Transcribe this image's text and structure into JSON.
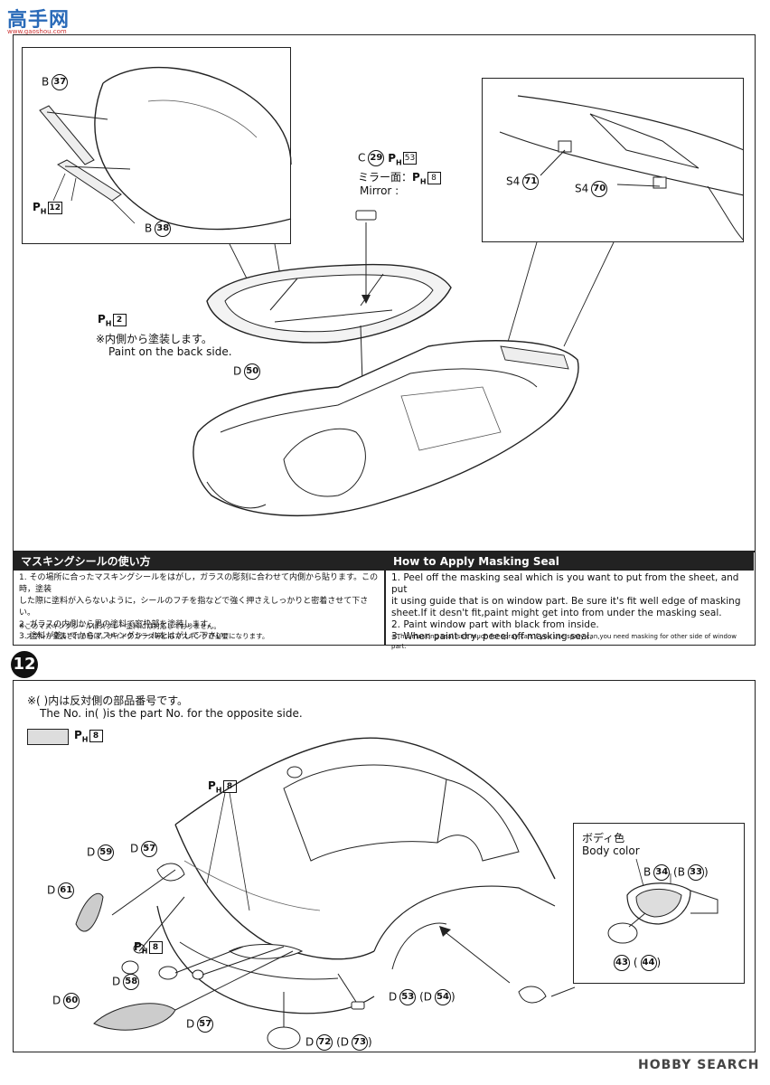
{
  "watermark": {
    "logo": "高手网",
    "logo_sub": "www.gaoshou.com",
    "bottom": "HOBBY SEARCH"
  },
  "step11": {
    "b37": {
      "prefix": "B",
      "num": "37"
    },
    "b38": {
      "prefix": "B",
      "num": "38"
    },
    "ph12": {
      "num": "12"
    },
    "c29": {
      "prefix": "C",
      "num": "29",
      "ph": "53"
    },
    "mirror_jp": "ミラー面：",
    "mirror_ph": "8",
    "mirror_en": "Mirror :",
    "ph2": "2",
    "backside_jp": "※内側から塗装します。",
    "backside_en": "Paint on the back side.",
    "d50": {
      "prefix": "D",
      "num": "50"
    },
    "s4_71": {
      "prefix": "S4",
      "num": "71"
    },
    "s4_70": {
      "prefix": "S4",
      "num": "70"
    }
  },
  "seal": {
    "jp_title": "マスキングシールの使い方",
    "jp_items": [
      "1.  その場所に合ったマスキングシールをはがし，ガラスの彫刻に合わせて内側から貼ります。この時，塗装",
      "     した際に塗料が入らないように，シールのフチを指などで強く押さえしっかりと密着させて下さい。",
      "2.  ガラスの内側から黒の塗料で窓枠部を塗装します。",
      "3.  塗料が乾いてからマスキングシールをはがして下さい。"
    ],
    "jp_note": [
      "※このマスキングシールはスプレー塗料には対応しておりません。",
      "　スプレー塗装される時は，サイドのガラス等にもマスキングが必要になります。"
    ],
    "en_title": "How to Apply Masking Seal",
    "en_items": [
      "1.  Peel off the masking seal which is you want to put from the sheet, and put",
      "     it using guide that is on window part. Be sure it's fit well edge of masking",
      "     sheet.If it desn't fit,paint might get into from under the masking seal.",
      "2.  Paint window part with black from inside.",
      "3.  When paint dry, peeel off masking seal."
    ],
    "en_note": "※This masking seal isn't much for spray can.If you use spray can,you need masking for other side of window part."
  },
  "step12": {
    "number": "12",
    "note_jp": "※(   )内は反対側の部品番号です。",
    "note_en": "The No. in(   )is the part No. for the opposite side.",
    "legend_ph": "8",
    "ph8_top": "8",
    "ph8_mid": "8",
    "body_color_jp": "ボディ色",
    "body_color_en": "Body color",
    "parts": {
      "d59": "59",
      "d57": "57",
      "d61": "61",
      "d58": "58",
      "d60": "60",
      "d57b": "57",
      "d53": "53",
      "d54": "54",
      "d72": "72",
      "d73": "73",
      "b34": "34",
      "b33": "33",
      "p43": "43",
      "p44": "44"
    },
    "prefix_d": "D",
    "prefix_b": "B"
  }
}
